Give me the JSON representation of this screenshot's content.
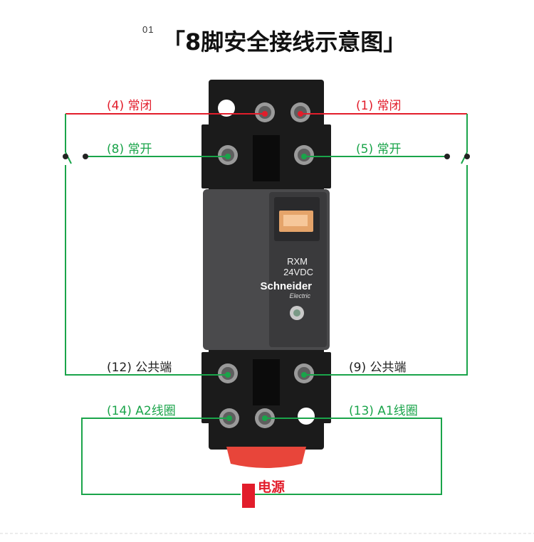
{
  "title": {
    "number": "01",
    "text": "「8脚安全接线示意图」"
  },
  "device": {
    "model": "RXM",
    "voltage": "24VDC",
    "brand": "Schneider",
    "brand_sub": "Electric"
  },
  "labels": {
    "nc_left": "(4) 常闭",
    "nc_right": "(1) 常闭",
    "no_left": "(8) 常开",
    "no_right": "(5) 常开",
    "com_left": "(12) 公共端",
    "com_right": "(9) 公共端",
    "coil_left": "(14) A2线圈",
    "coil_right": "(13) A1线圈",
    "power": "电源"
  },
  "colors": {
    "red": "#e21d2b",
    "green": "#1aa44a",
    "base": "#1b1b1b",
    "relay": "#4a4a4c"
  }
}
